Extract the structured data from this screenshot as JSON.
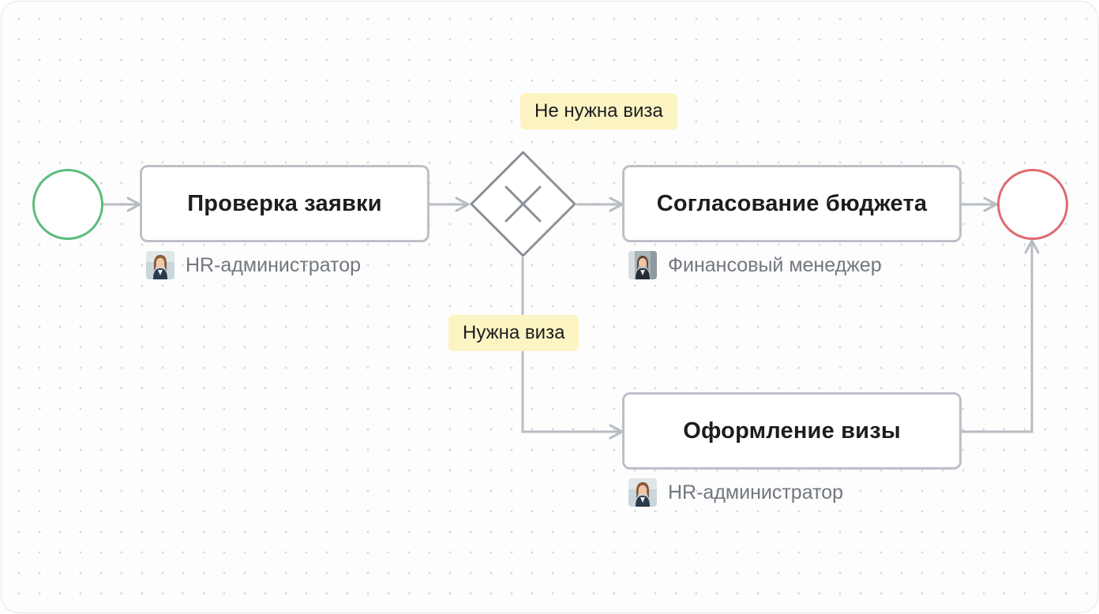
{
  "diagram": {
    "tasks": {
      "review": {
        "label": "Проверка заявки",
        "assignee": "HR-администратор"
      },
      "budget": {
        "label": "Согласование бюджета",
        "assignee": "Финансовый менеджер"
      },
      "visa": {
        "label": "Оформление визы",
        "assignee": "HR-администратор"
      }
    },
    "conditions": {
      "no_visa": "Не нужна виза",
      "visa_needed": "Нужна виза"
    },
    "colors": {
      "start_event": "#5cbd7a",
      "end_event": "#df6a72",
      "task_border": "#bcc1c8",
      "flow_line": "#b8bdc4",
      "gateway": "#8a9096",
      "condition_background": "#fdf4c3"
    },
    "icons": {
      "gateway_marker": "x-icon",
      "assignee": "avatar-photo"
    }
  }
}
